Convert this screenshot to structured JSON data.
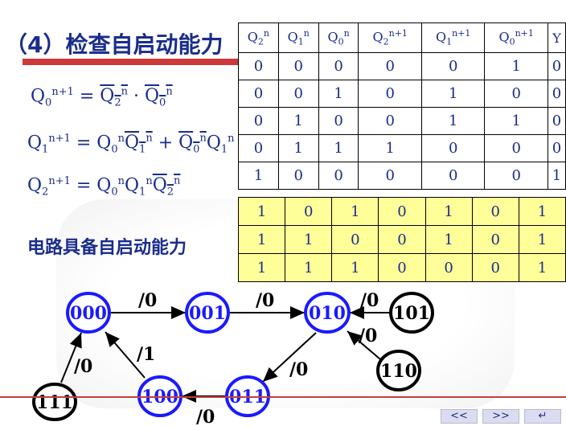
{
  "title": "（4）检查自启动能力",
  "note": "电路具备自启动能力",
  "equations": {
    "q0": {
      "lhs": "Q",
      "lhs_sub": "0",
      "lhs_sup": "n+1",
      "rhs": "= Q₂ⁿ · Q₀ⁿ (both complemented)"
    },
    "q1": {
      "lhs": "Q",
      "lhs_sub": "1",
      "lhs_sup": "n+1"
    },
    "q2": {
      "lhs": "Q",
      "lhs_sub": "2",
      "lhs_sup": "n+1"
    }
  },
  "table": {
    "headers": [
      {
        "base": "Q",
        "sub": "2",
        "sup": "n"
      },
      {
        "base": "Q",
        "sub": "1",
        "sup": "n"
      },
      {
        "base": "Q",
        "sub": "0",
        "sup": "n"
      },
      {
        "base": "Q",
        "sub": "2",
        "sup": "n+1"
      },
      {
        "base": "Q",
        "sub": "1",
        "sup": "n+1"
      },
      {
        "base": "Q",
        "sub": "0",
        "sup": "n+1"
      },
      {
        "base": "Y",
        "sub": "",
        "sup": ""
      }
    ],
    "rows": [
      [
        "0",
        "0",
        "0",
        "0",
        "0",
        "1",
        "0"
      ],
      [
        "0",
        "0",
        "1",
        "0",
        "1",
        "0",
        "0"
      ],
      [
        "0",
        "1",
        "0",
        "0",
        "1",
        "1",
        "0"
      ],
      [
        "0",
        "1",
        "1",
        "1",
        "0",
        "0",
        "0"
      ],
      [
        "1",
        "0",
        "0",
        "0",
        "0",
        "0",
        "1"
      ]
    ],
    "extra_rows": [
      [
        "1",
        "0",
        "1",
        "0",
        "1",
        "0",
        "1"
      ],
      [
        "1",
        "1",
        "0",
        "0",
        "1",
        "0",
        "1"
      ],
      [
        "1",
        "1",
        "1",
        "0",
        "0",
        "0",
        "1"
      ]
    ],
    "extra_bg": "#ffff99"
  },
  "diagram": {
    "states": [
      {
        "label": "000",
        "color": "#1a1aff"
      },
      {
        "label": "001",
        "color": "#1a1aff"
      },
      {
        "label": "010",
        "color": "#1a1aff"
      },
      {
        "label": "101",
        "color": "#000000"
      },
      {
        "label": "110",
        "color": "#000000"
      },
      {
        "label": "011",
        "color": "#1a1aff"
      },
      {
        "label": "100",
        "color": "#1a1aff"
      },
      {
        "label": "111",
        "color": "#000000"
      }
    ],
    "edge_labels": [
      "/0",
      "/0",
      "/0",
      "/0",
      "/0",
      "/0",
      "/1",
      "/0"
    ]
  },
  "nav": {
    "prev": "<<",
    "next": ">>",
    "return": "↵"
  },
  "colors": {
    "accent": "#1a2d8c",
    "red_bar": "#cc3a3a",
    "highlight": "#ffff99"
  }
}
